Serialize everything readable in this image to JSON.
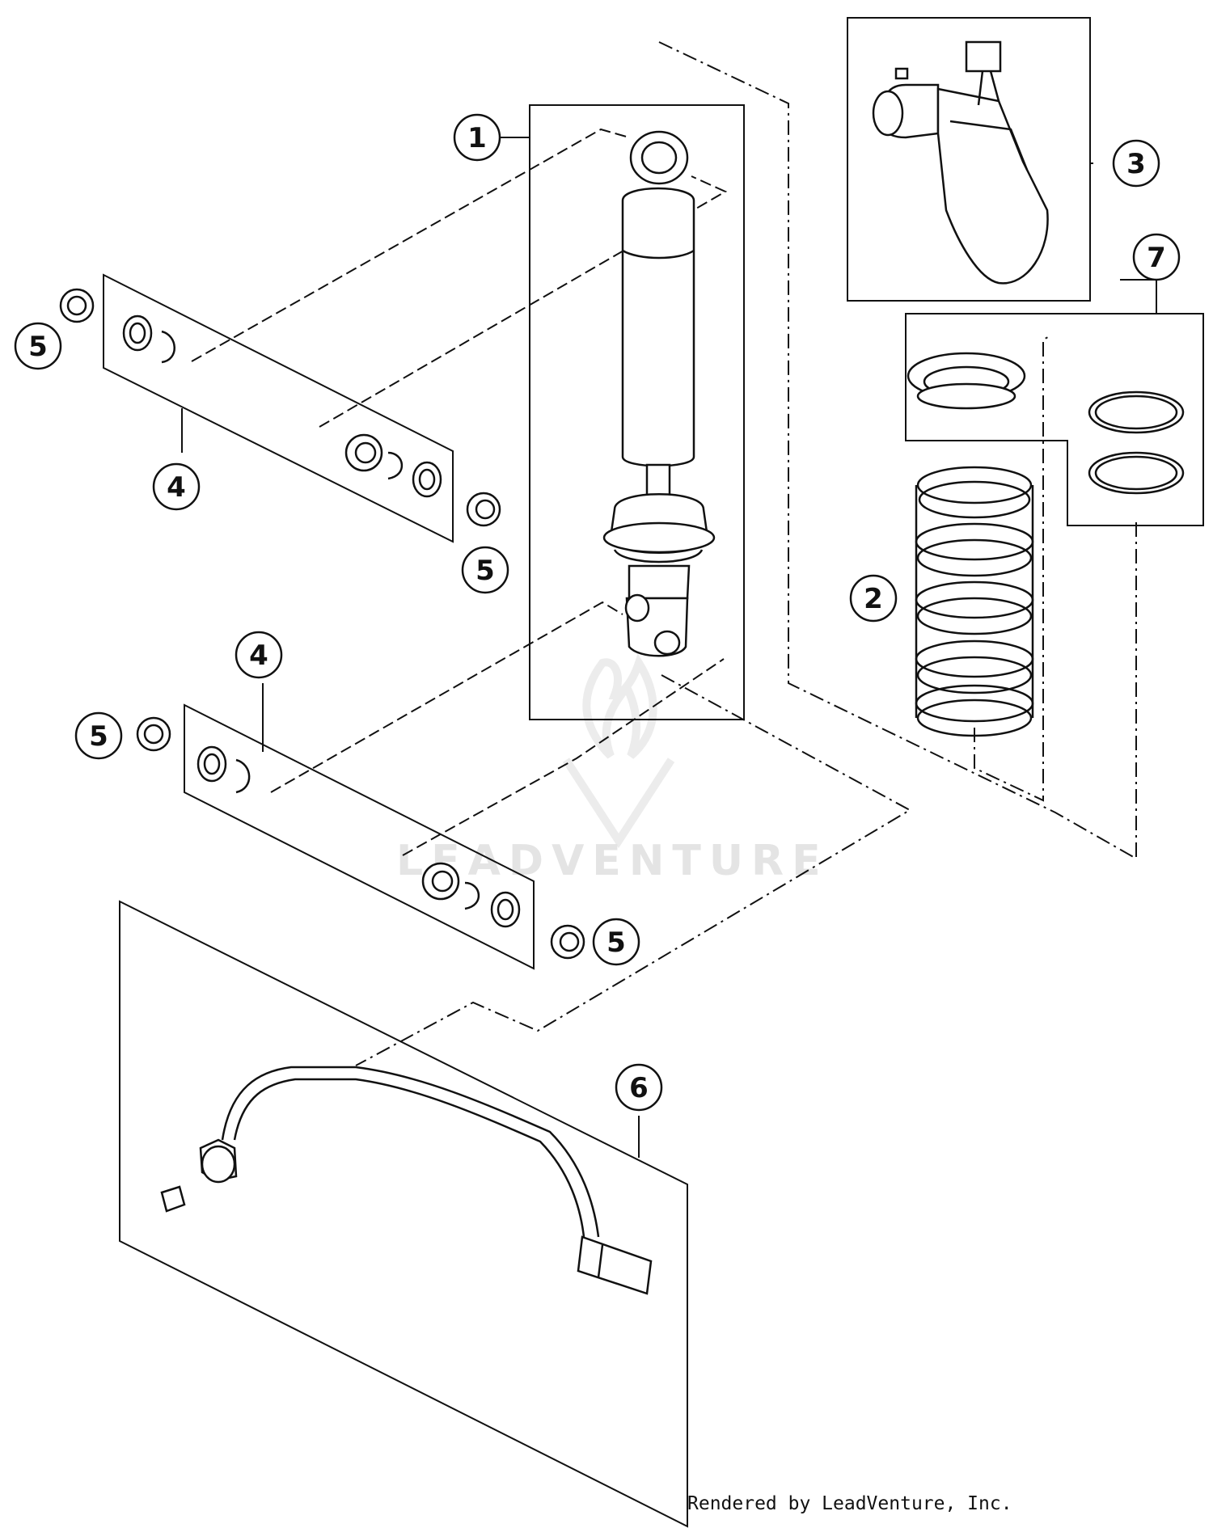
{
  "callouts": [
    {
      "id": "c1",
      "label": "1"
    },
    {
      "id": "c2",
      "label": "2"
    },
    {
      "id": "c3",
      "label": "3"
    },
    {
      "id": "c4a",
      "label": "4"
    },
    {
      "id": "c4b",
      "label": "4"
    },
    {
      "id": "c5a",
      "label": "5"
    },
    {
      "id": "c5b",
      "label": "5"
    },
    {
      "id": "c5c",
      "label": "5"
    },
    {
      "id": "c5d",
      "label": "5"
    },
    {
      "id": "c6",
      "label": "6"
    },
    {
      "id": "c7",
      "label": "7"
    }
  ],
  "watermark": {
    "text": "LEADVENTURE"
  },
  "footer": {
    "credit": "Rendered by LeadVenture, Inc."
  }
}
